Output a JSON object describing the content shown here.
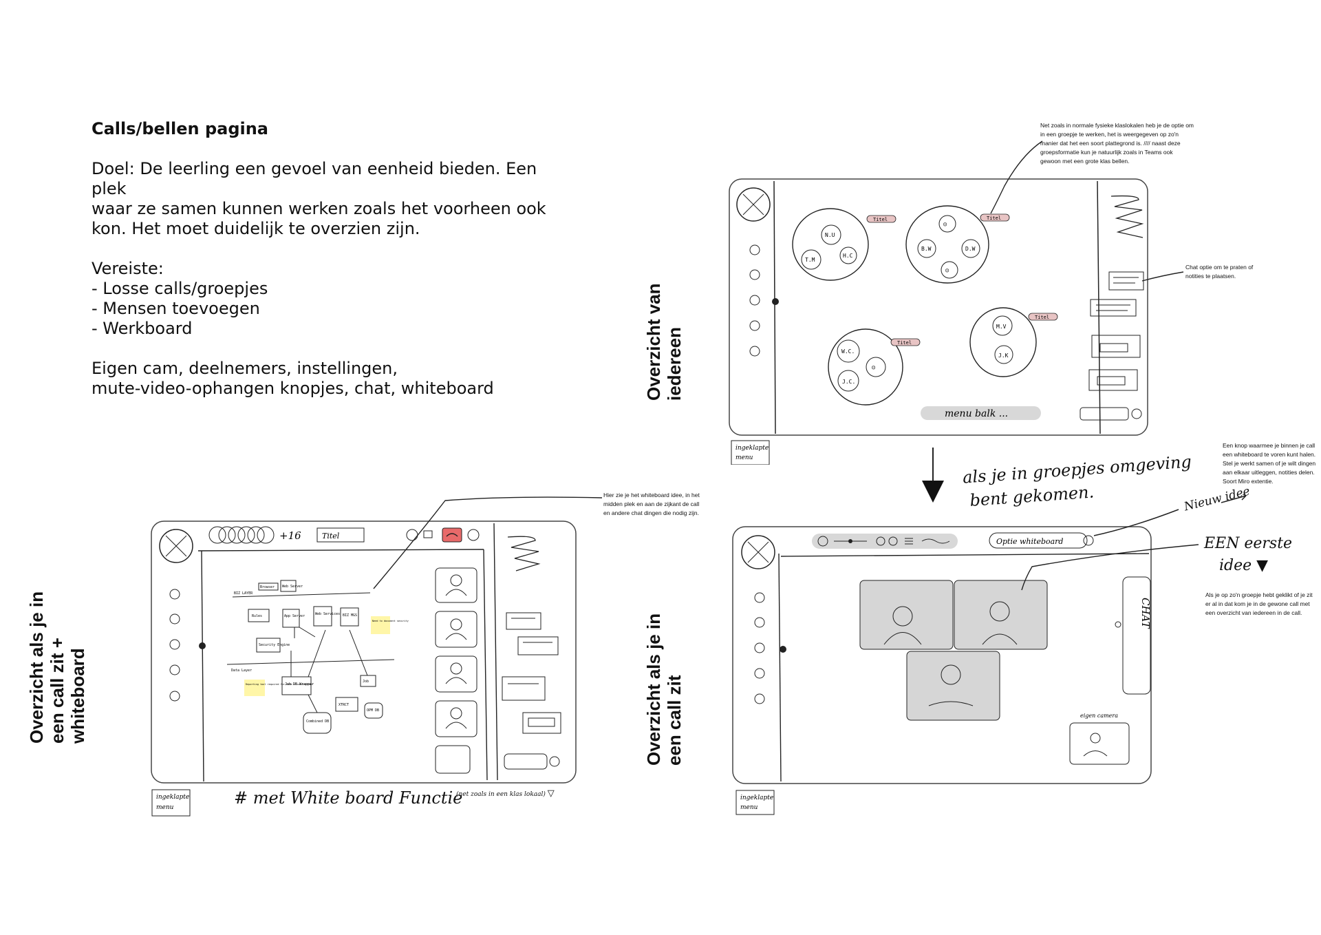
{
  "brief": {
    "title": "Calls/bellen pagina",
    "goal_lines": [
      "Doel: De leerling een gevoel van eenheid bieden. Een plek",
      "waar ze samen kunnen werken zoals het voorheen ook",
      "kon. Het moet duidelijk te overzien zijn."
    ],
    "req_heading": "Vereiste:",
    "requirements": [
      "- Losse calls/groepjes",
      "- Mensen toevoegen",
      "- Werkboard"
    ],
    "features_lines": [
      "Eigen cam, deelnemers, instellingen,",
      "mute-video-ophangen knopjes, chat, whiteboard"
    ]
  },
  "section_labels": {
    "overview_everyone": [
      "Overzicht van",
      "iedereen"
    ],
    "in_call": [
      "Overzicht als je in",
      "een call zit"
    ],
    "in_call_whiteboard": [
      "Overzicht als je in",
      "een call zit +",
      "whiteboard"
    ]
  },
  "notes": {
    "groups": [
      "Net zoals in normale fysieke klaslokalen heb je de optie om",
      "in een groepje te werken, het is weergegeven op zo'n",
      "manier dat het een soort plattegrond is. //// naast  deze",
      "groepsformatie kun je natuurlijk zoals in Teams ook",
      "gewoon met een grote klas bellen."
    ],
    "chat": [
      "Chat optie om te praten of",
      "notities te plaatsen."
    ],
    "whiteboard_button": [
      "Een knop waarmee je binnen je call",
      "een whiteboard te voren kunt halen.",
      "Stel je werkt samen of je wilt dingen",
      "aan elkaar uitleggen, notities delen.",
      "Soort Miro extentie."
    ],
    "group_click": [
      "Als je op zo'n groepje hebt geklikt of je zit",
      "er al in dat kom je in de gewone call met",
      "een overzicht van iedereen in de call."
    ],
    "whiteboard_idea": [
      "Hier zie je het whiteboard idee, in het",
      "midden plek en aan de zijkant de call",
      "en andere chat dingen die nodig zijn."
    ]
  },
  "handwriting": {
    "menu_bar": "menu balk ...",
    "group_env": [
      "als je in groepjes omgeving",
      "bent gekomen."
    ],
    "new_idea": "Nieuw idee",
    "first_idea": [
      "EEN eerste",
      "idee"
    ],
    "collapsed_menu": [
      "ingeklapte",
      "menu"
    ],
    "whiteboard_function": "# met White board Functie",
    "whiteboard_caption": "(net zoals in een klas lokaal)",
    "own_camera": "eigen camera",
    "chat_tab": "CHAT",
    "whiteboard_option": "Optie whiteboard",
    "title_tag": "Titel",
    "participants_more": "+16"
  },
  "groups": [
    {
      "tag": "Titel",
      "members": [
        "N.U",
        "T.M",
        "H.C"
      ]
    },
    {
      "tag": "Titel",
      "members": [
        "☺",
        "B.W",
        "D.W",
        "☺"
      ]
    },
    {
      "tag": "Titel",
      "members": [
        "W.C.",
        "J.C.",
        "☺"
      ]
    },
    {
      "tag": "Titel",
      "members": [
        "M.V",
        "J.K"
      ]
    }
  ],
  "diagram_labels": {
    "biz_layer": "BIZ LAYER",
    "data_layer": "Data Layer",
    "browser": "Browser",
    "web_server": "Web Server",
    "rules": "Rules",
    "app_server": "App Server",
    "web_services": "Web Services",
    "biz_mgs": "BIZ MGS",
    "security_engine": "Security Engine",
    "job_db": "Job DB Wrapper",
    "job": "Job",
    "xtrct": "XTRCT",
    "central_db": "Combined DB",
    "opm_db": "OPM DB",
    "sticky1": "Need to document security",
    "sticky2": "Reporting tool required for data visualization"
  },
  "colors": {
    "hangup": "#e86a6a",
    "tag": "#e8c4c4",
    "tile": "#d6d6d6",
    "sticky": "#fff6a8",
    "menubar": "#d8d8d8"
  }
}
